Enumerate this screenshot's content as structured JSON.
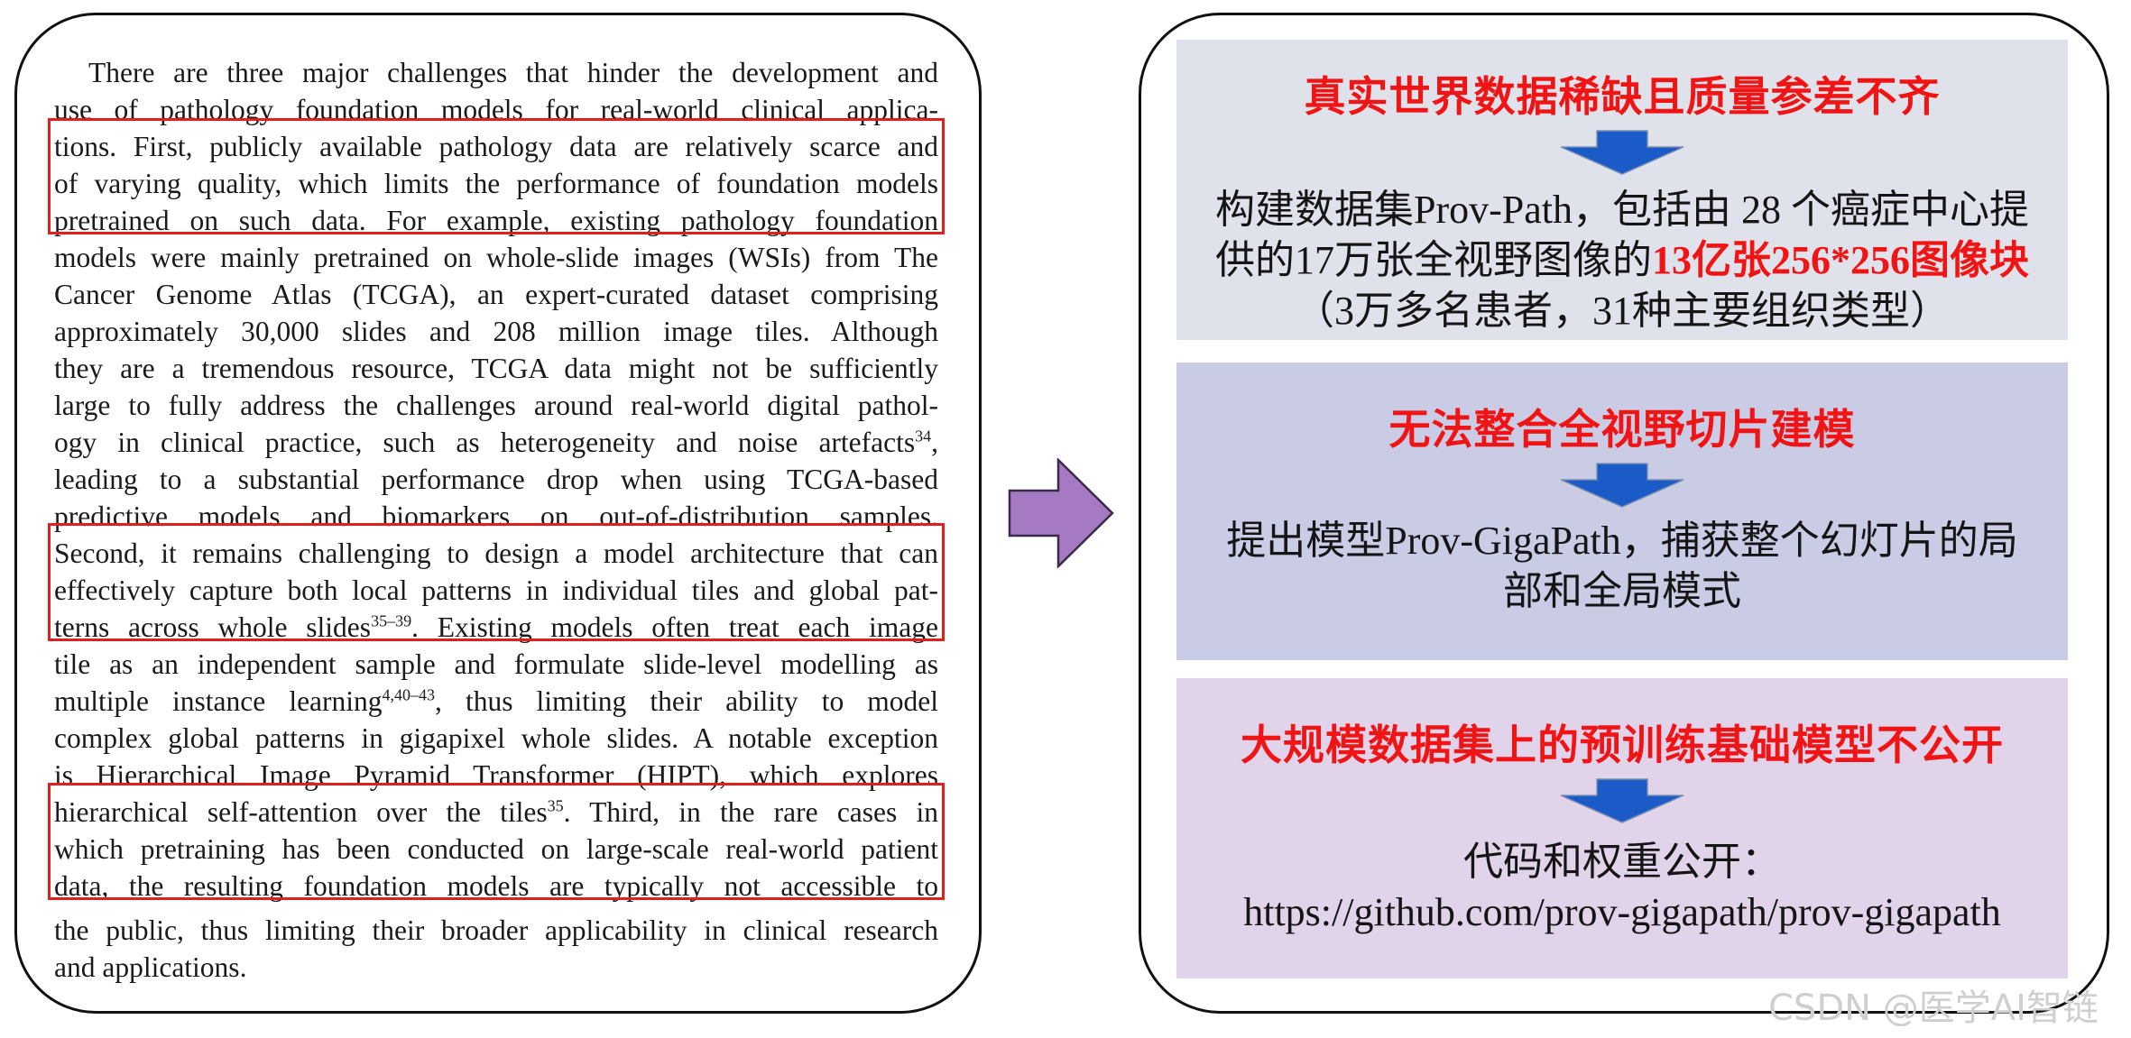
{
  "paragraph": {
    "lines": [
      "There are three major challenges that hinder the development and",
      "use of pathology foundation models for real-world clinical applica-",
      "tions. First, publicly available pathology data are relatively scarce and",
      "of varying quality, which limits the performance of foundation models",
      "pretrained on such data. For example, existing pathology foundation",
      "models were mainly pretrained on whole-slide images (WSIs) from The",
      "Cancer Genome Atlas (TCGA), an expert-curated dataset comprising",
      "approximately 30,000 slides and 208 million image tiles. Although",
      "they are a tremendous resource, TCGA data might not be sufficiently",
      "large to fully address the challenges around real-world digital pathol-",
      "ogy in clinical practice, such as heterogeneity and noise artefacts",
      "leading to a substantial performance drop when using TCGA-based",
      "predictive models and biomarkers on out-of-distribution samples.",
      "Second, it remains challenging to design a model architecture that can",
      "effectively capture both local patterns in individual tiles and global pat-",
      "terns across whole slides",
      "tile as an independent sample and formulate slide-level modelling as",
      "multiple instance learning",
      "complex global patterns in gigapixel whole slides. A notable exception",
      "is Hierarchical Image Pyramid Transformer (HIPT), which explores",
      "hierarchical self-attention over the tiles",
      "which pretraining has been conducted on large-scale real-world patient",
      "data, the resulting foundation models are typically not accessible to",
      "the public, thus limiting their broader applicability in clinical research",
      "and applications."
    ],
    "line11_tail": ",",
    "line16_tail": ". Existing models often treat each image",
    "line18_tail": ", thus limiting their ability to model",
    "line21_tail": ". Third, in the rare cases in",
    "refs": {
      "r34": "34",
      "r35_39": "35–39",
      "r4_40_43": "4,40–43",
      "r35": "35"
    }
  },
  "boxes": [
    {
      "heading": "真实世界数据稀缺且质量参差不齐",
      "body_line1": "构建数据集Prov-Path，包括由 28 个癌症中心提",
      "body_line2_pre": "供的17万张全视野图像的",
      "body_line2_red": "13亿张256*256图像块",
      "body_line3": "（3万多名患者，31种主要组织类型）"
    },
    {
      "heading": "无法整合全视野切片建模",
      "body_line1": "提出模型Prov-GigaPath，捕获整个幻灯片的局",
      "body_line2": "部和全局模式"
    },
    {
      "heading": "大规模数据集上的预训练基础模型不公开",
      "body_line1": "代码和权重公开：",
      "body_line2": "https://github.com/prov-gigapath/prov-gigapath"
    }
  ],
  "watermark": "CSDN @医学AI智链",
  "colors": {
    "highlight_red": "#f01414",
    "arrow_purple": "#a67ac2",
    "down_arrow_blue": "#1a5bc8"
  }
}
